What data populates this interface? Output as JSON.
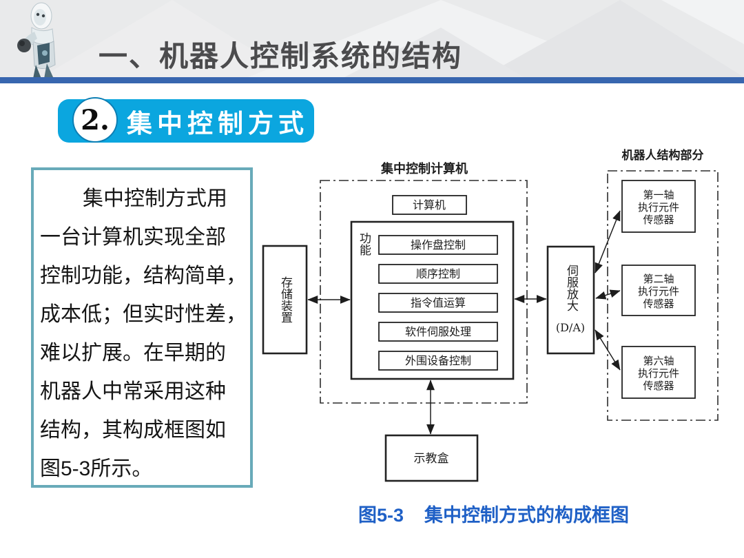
{
  "header": {
    "title": "一、机器人控制系统的结构"
  },
  "section_badge": {
    "number": "2.",
    "label": "集中控制方式"
  },
  "text_panel": {
    "lines": [
      "集中控制方式用",
      "一台计算机实现全部",
      "控制功能，结构简单，",
      "成本低；但实时性差，",
      "难以扩展。在早期的",
      "机器人中常采用这种",
      "结构，其构成框图如",
      "图5-3所示。"
    ]
  },
  "diagram": {
    "computer_group_label": "集中控制计算机",
    "computer_box": "计算机",
    "function_label": "功能",
    "function_items": [
      "操作盘控制",
      "顺序控制",
      "指令值运算",
      "软件伺服处理",
      "外围设备控制"
    ],
    "storage_label": "存储装置",
    "servo_label": "伺服放大",
    "servo_sublabel": "(D/A)",
    "robot_section_label": "机器人结构部分",
    "axis_boxes": [
      {
        "lines": [
          "第一轴",
          "执行元件",
          "传感器"
        ]
      },
      {
        "lines": [
          "第二轴",
          "执行元件",
          "传感器"
        ]
      },
      {
        "lines": [
          "第六轴",
          "执行元件",
          "传感器"
        ]
      }
    ],
    "teach_box": "示教盒"
  },
  "caption": {
    "number": "图5-3",
    "title": "集中控制方式的构成框图"
  },
  "colors": {
    "accent_bar": "#3866af",
    "badge": "#0ba6df",
    "caption_text": "#1f60c6",
    "panel_border": "#68aab9",
    "title_text": "#4b4b4d",
    "diagram_line": "#1d1d1d"
  }
}
